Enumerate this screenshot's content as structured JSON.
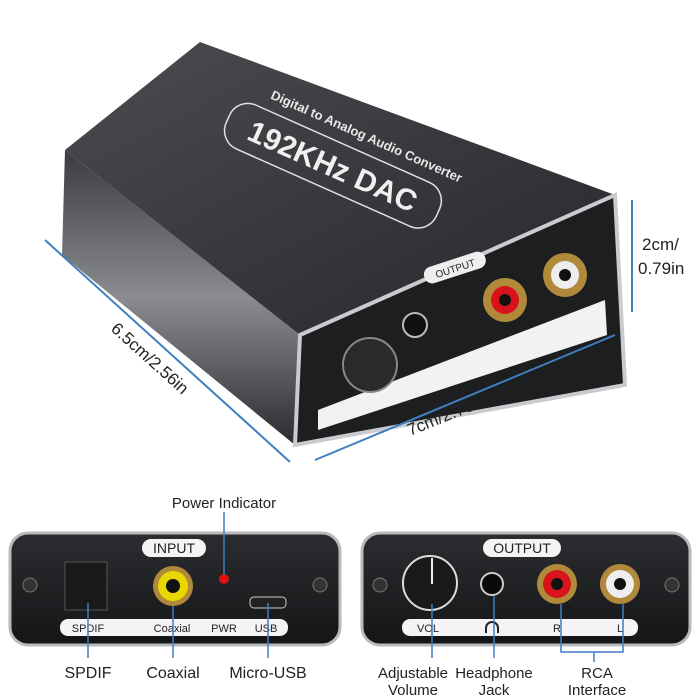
{
  "device": {
    "top_subtitle": "Digital to Analog Audio Converter",
    "top_title": "192KHz DAC",
    "output_tag": "OUTPUT"
  },
  "dimensions": {
    "depth": "6.5cm/2.56in",
    "width": "7cm/2.76in",
    "height_line1": "2cm/",
    "height_line2": "0.79in"
  },
  "input_panel": {
    "tag": "INPUT",
    "labels": [
      "SPDIF",
      "Coaxial",
      "PWR",
      "USB"
    ],
    "callouts": [
      "SPDIF",
      "Coaxial",
      "Micro-USB"
    ],
    "power_callout": "Power Indicator"
  },
  "output_panel": {
    "tag": "OUTPUT",
    "labels": [
      "VOL",
      "R",
      "L"
    ],
    "callouts": [
      [
        "Adjustable",
        "Volume"
      ],
      [
        "Headphone",
        "Jack"
      ],
      [
        "RCA",
        "Interface"
      ]
    ]
  },
  "colors": {
    "accent_line": "#3f7fbf",
    "body": "#2a2b2e",
    "rca_red": "#d8131a",
    "coax_yellow": "#e8d800",
    "led": "#e01010"
  }
}
